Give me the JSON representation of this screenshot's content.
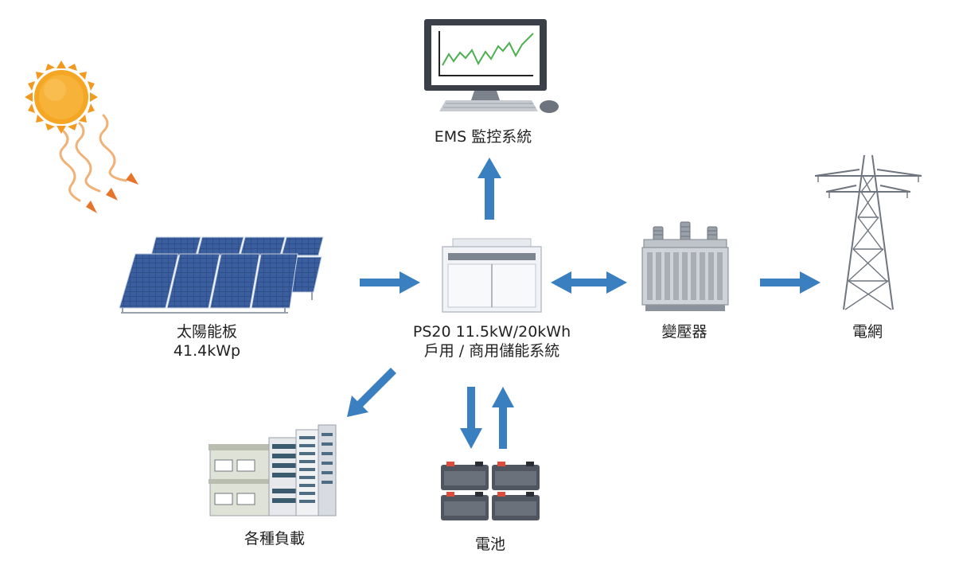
{
  "nodes": {
    "ems": {
      "label": "EMS 監控系統"
    },
    "solar": {
      "label_line1": "太陽能板",
      "label_line2": "41.4kWp"
    },
    "ps20": {
      "label_line1": "PS20 11.5kW/20kWh",
      "label_line2": "戶用 / 商用儲能系統"
    },
    "transformer": {
      "label": "變壓器"
    },
    "grid": {
      "label": "電網"
    },
    "loads": {
      "label": "各種負載"
    },
    "battery": {
      "label": "電池"
    }
  },
  "colors": {
    "arrow": "#3a7fbf",
    "sun": "#f5a623",
    "ray": "#e8742a",
    "monitor_line": "#4caf50",
    "panel": "#2f4f8a"
  }
}
